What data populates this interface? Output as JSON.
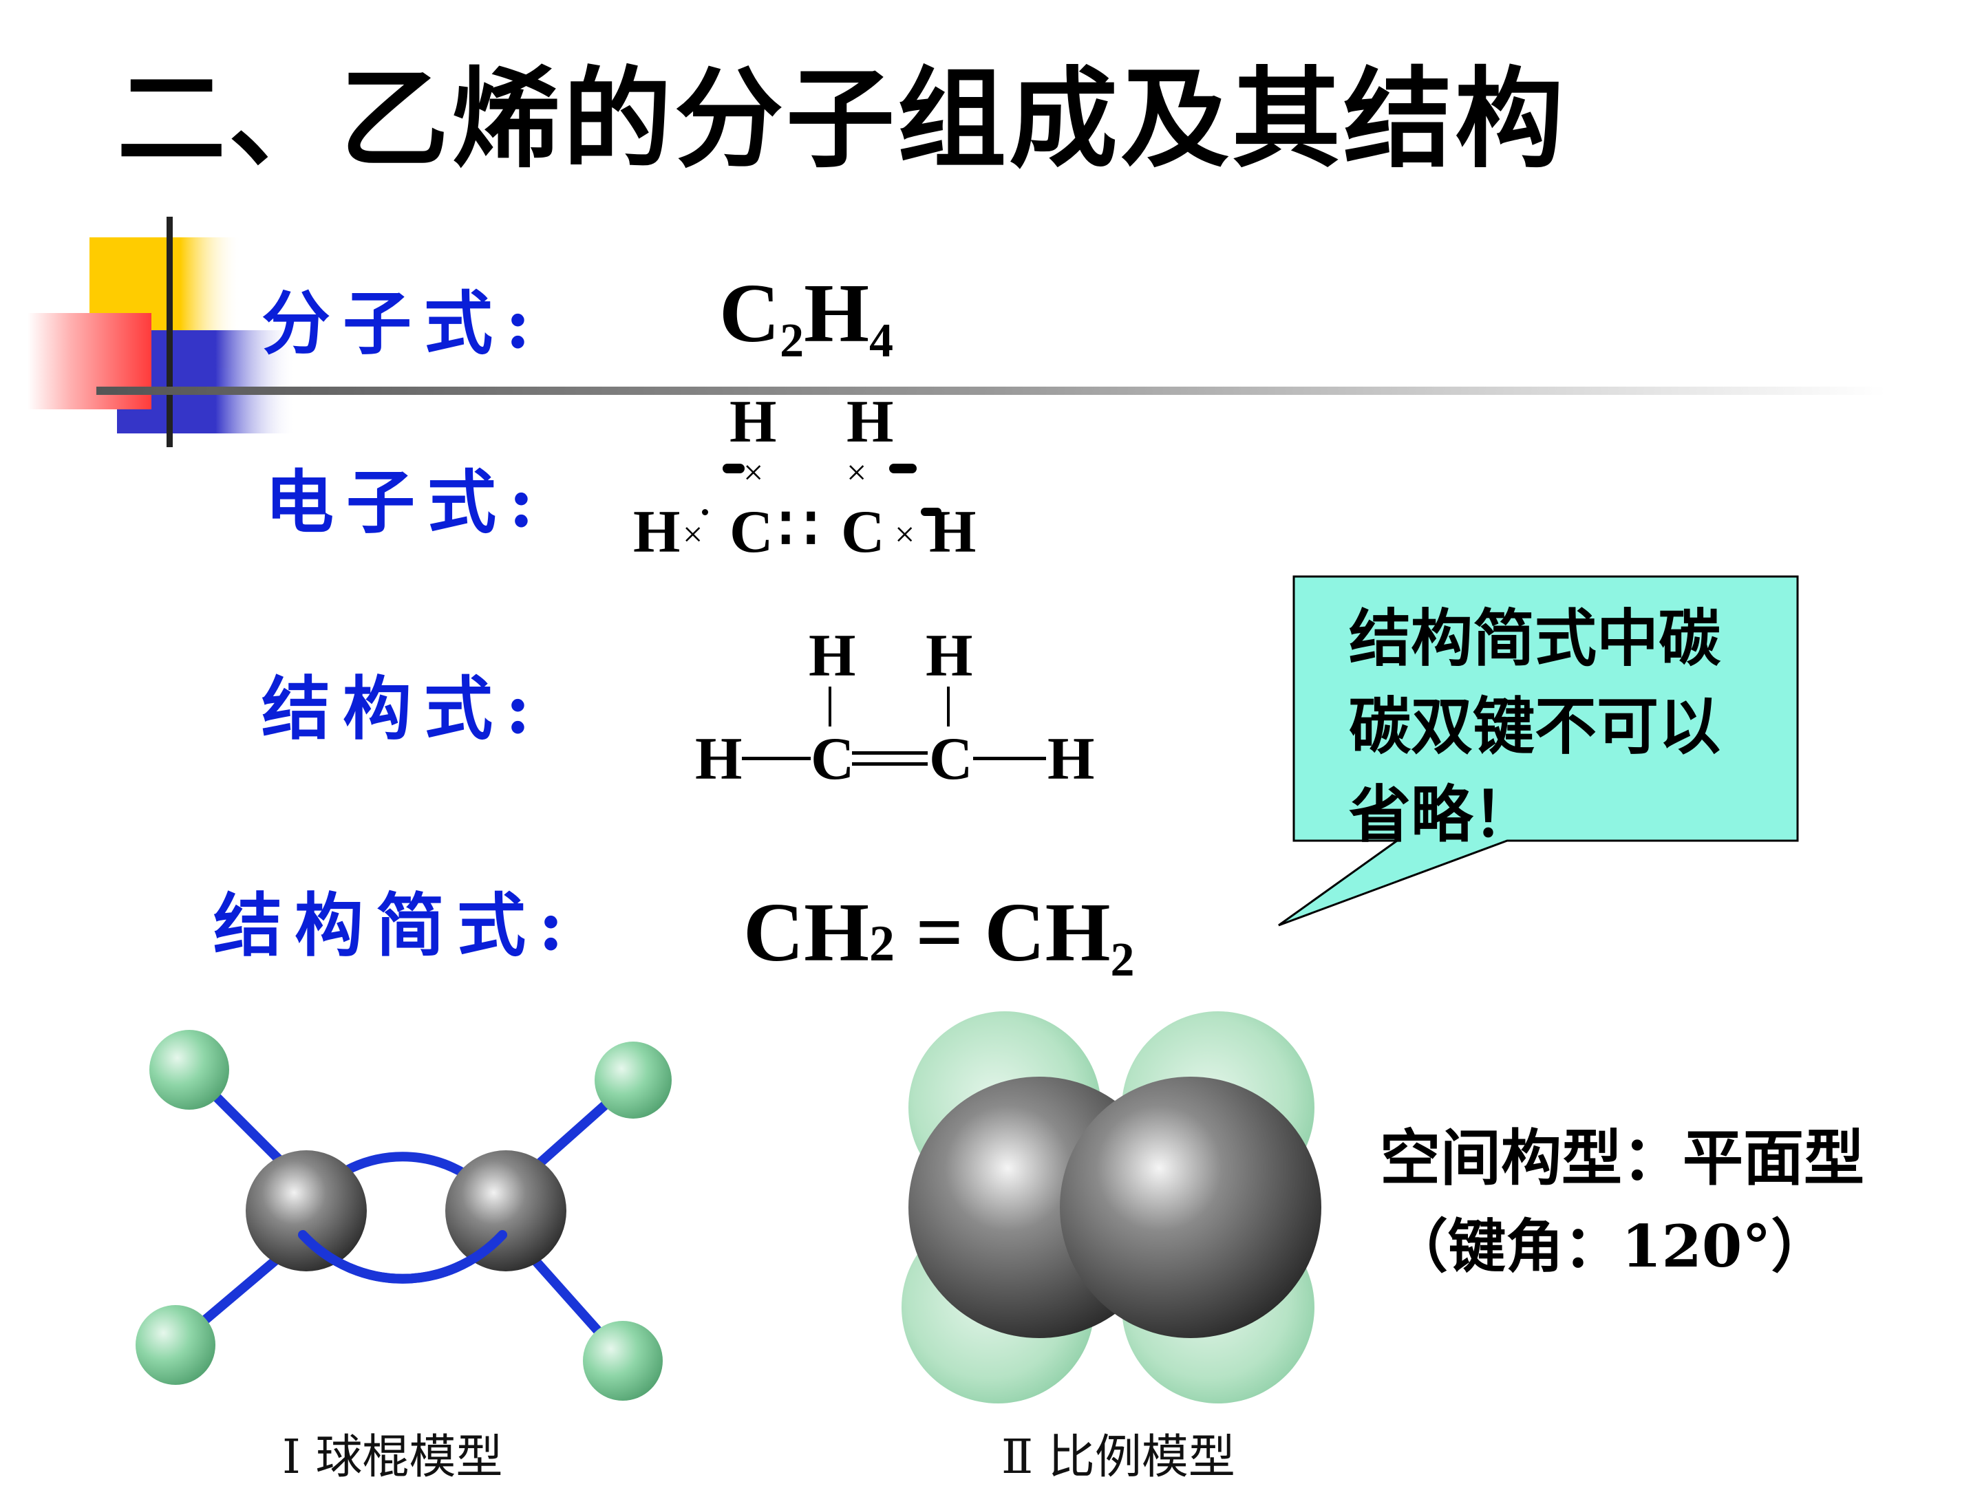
{
  "title": "二、乙烯的分子组成及其结构",
  "labels": {
    "molecular_formula": "分子式:",
    "electron_formula": "电子式:",
    "structural_formula": "结构式:",
    "condensed_formula": "结构简式:"
  },
  "molecular_formula": {
    "c": "C",
    "c_count": "2",
    "h": "H",
    "h_count": "4"
  },
  "electron_dot": {
    "h": "H",
    "c": "C",
    "cross": "×",
    "double_pair": "∷"
  },
  "structural": {
    "h": "H",
    "c": "C"
  },
  "condensed": {
    "left": "CH",
    "left_sub": "2",
    "bond": "=",
    "right": "CH",
    "right_sub": "2"
  },
  "callout": {
    "text": "结构简式中碳碳双键不可以省略！"
  },
  "geometry": {
    "line1": "空间构型：平面型",
    "line2": "（键角：120°）"
  },
  "models": {
    "ball_stick_caption": "Ⅰ 球棍模型",
    "space_fill_caption": "Ⅱ 比例模型"
  },
  "colors": {
    "label_blue": "#0a1fd8",
    "callout_fill": "#8ff5e2",
    "deco_yellow": "#ffcc00",
    "deco_red": "#ff3b3b",
    "deco_blue": "#3535c8",
    "bond_blue": "#1a35d8",
    "hydrogen_green": "#8fd6a8"
  }
}
